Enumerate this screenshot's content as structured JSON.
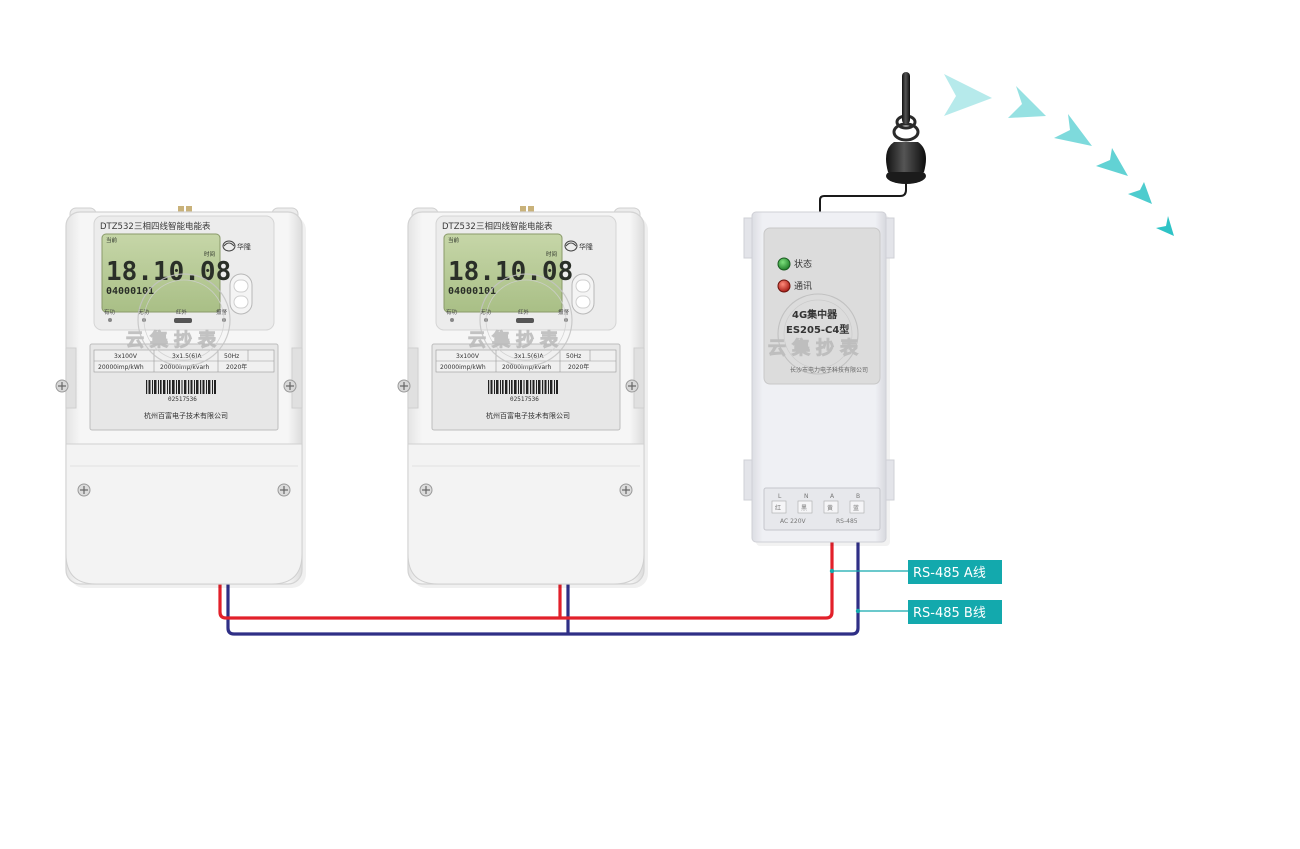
{
  "meters": [
    {
      "model": "DTZ532",
      "title": "三相四线智能电能表",
      "brand": "华隆",
      "lcd_top_left": "当前",
      "lcd_top_right": "时间",
      "lcd_reading": "18.10.08",
      "lcd_code": "04000101",
      "indicator_labels": [
        "有功",
        "无功",
        "红外",
        "报警"
      ],
      "spec_row1": [
        "3x100V",
        "3x1.5(6)A",
        "50Hz"
      ],
      "spec_row2": [
        "20000imp/kWh",
        "20000imp/kvarh",
        "2020年"
      ],
      "serial": "02517536",
      "company": "杭州百富电子技术有限公司",
      "watermark": "云集抄表"
    },
    {
      "model": "DTZ532",
      "title": "三相四线智能电能表",
      "brand": "华隆",
      "lcd_top_left": "当前",
      "lcd_top_right": "时间",
      "lcd_reading": "18.10.08",
      "lcd_code": "04000101",
      "indicator_labels": [
        "有功",
        "无功",
        "红外",
        "报警"
      ],
      "spec_row1": [
        "3x100V",
        "3x1.5(6)A",
        "50Hz"
      ],
      "spec_row2": [
        "20000imp/kWh",
        "20000imp/kvarh",
        "2020年"
      ],
      "serial": "02517536",
      "company": "杭州百富电子技术有限公司",
      "watermark": "云集抄表"
    }
  ],
  "concentrator": {
    "led_status_label": "状态",
    "led_comm_label": "通讯",
    "name": "4G集中器",
    "model": "ES205-C4型",
    "watermark": "云集抄表",
    "maker": "长沙市电力电子科技有限公司",
    "terminal_letters": [
      "L",
      "N",
      "A",
      "B"
    ],
    "terminal_chars": [
      "红",
      "黑",
      "黄",
      "蓝"
    ],
    "terminal_notes": [
      "AC  220V",
      "RS-485"
    ]
  },
  "wire_labels": {
    "a": "RS-485 A线",
    "b": "RS-485 B线"
  },
  "colors": {
    "wire_red": "#e2202a",
    "wire_blue": "#2f2f86",
    "label_bg": "#13a9ad",
    "signal": "#2ec3c6",
    "lcd_green": "#b9cc9a"
  }
}
